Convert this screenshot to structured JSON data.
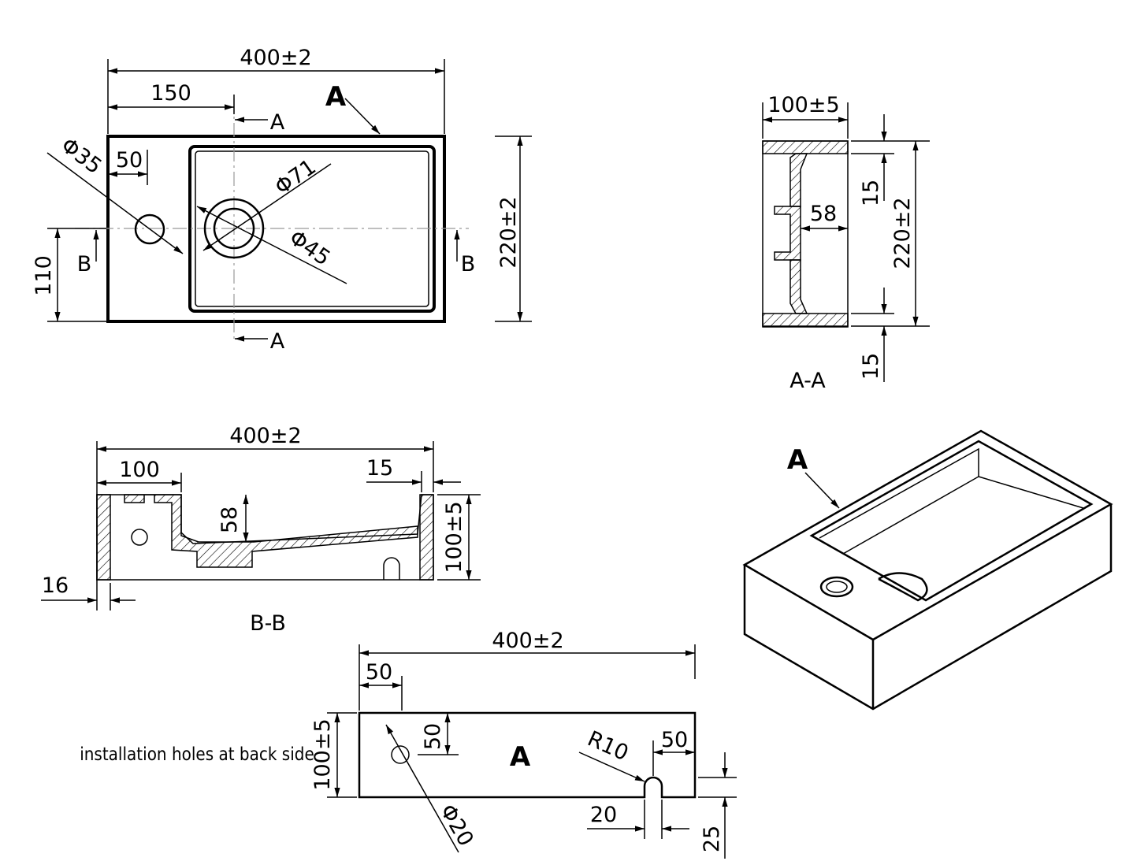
{
  "top_view": {
    "length": "400±2",
    "hole_offset_x": "150",
    "overflow_offset": "50",
    "overflow_dia": "Φ35",
    "drain_outer_dia": "Φ71",
    "drain_inner_dia": "Φ45",
    "hole_offset_y": "110",
    "width": "220±2",
    "section_a_label": "A",
    "section_b_label": "B",
    "view_label": "A"
  },
  "section_aa": {
    "height": "100±5",
    "drain_depth": "58",
    "top_thickness": "15",
    "width": "220±2",
    "bottom_thickness": "15",
    "title": "A-A"
  },
  "section_bb": {
    "length": "400±2",
    "basin_offset": "100",
    "wall": "15",
    "drain_depth": "58",
    "height": "100±5",
    "base_wall": "16",
    "title": "B-B"
  },
  "back_view": {
    "length": "400±2",
    "hole_offset_x": "50",
    "hole_offset_y": "50",
    "height": "100±5",
    "label": "A",
    "hole_dia": "Φ20",
    "slot_radius": "R10",
    "slot_offset": "50",
    "slot_width": "20",
    "slot_height": "25",
    "note": "installation holes at back side"
  },
  "iso_view": {
    "label": "A"
  }
}
